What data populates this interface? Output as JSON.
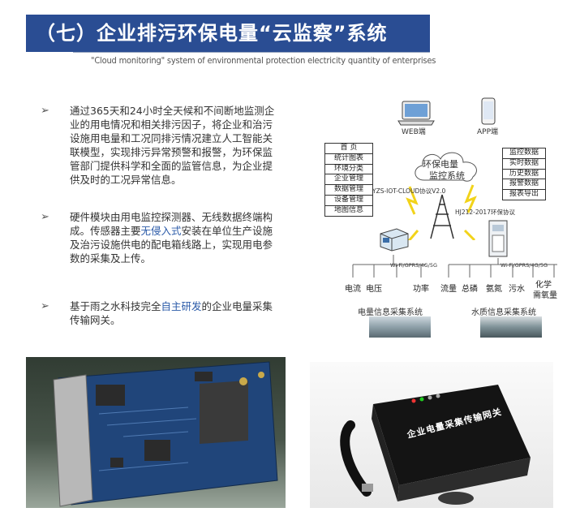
{
  "header": {
    "title": "（七）企业排污环保电量“云监察”系统",
    "subtitle": "\"Cloud monitoring\" system of environmental protection electricity quantity of enterprises"
  },
  "bullets": [
    {
      "text": "通过365天和24小时全天候和不间断地监测企业的用电情况和相关排污因子，将企业和治污设施用电量和工况同排污情况建立人工智能关联模型，实现排污异常预警和报警，为环保监管部门提供科学和全面的监管信息，为企业提供及时的工况异常信息。"
    },
    {
      "pre": "硬件模块由用电监控探测器、无线数据终端构成。传感器主要",
      "highlight": "无侵入式",
      "post": "安装在单位生产设施及治污设施供电的配电箱线路上，实现用电参数的采集及上传。"
    },
    {
      "pre": "基于雨之水科技完全",
      "highlight": "自主研发",
      "post": "的企业电量采集传输网关。"
    }
  ],
  "diagram": {
    "web_label": "WEB端",
    "app_label": "APP端",
    "cloud_label_line1": "环保电量",
    "cloud_label_line2": "监控系统",
    "left_menu": [
      "首 页",
      "统计图表",
      "环境分类",
      "企业管理",
      "数据管理",
      "设备管理",
      "地图信息"
    ],
    "right_menu": [
      "监控数据",
      "实时数据",
      "历史数据",
      "报警数据",
      "报表导出"
    ],
    "protocol_left": "YZS-IOT-CLOUD协议V2.0",
    "protocol_right": "HJ212-2017环保协议",
    "wifi_left": "Wi-Fi/GPRS/4G/5G",
    "wifi_right": "Wi-Fi/GPRS/4G/5G",
    "params": [
      "电流",
      "电压",
      "功率",
      "流量",
      "总磷",
      "氨氮",
      "污水",
      "化学",
      "需氧量"
    ],
    "system_left": "电量信息采集系统",
    "system_right": "水质信息采集系统"
  },
  "product_label": "企业电量采集传输网关",
  "colors": {
    "banner": "#2a4d93",
    "highlight": "#2a5aa8",
    "bolt": "#f2d31a"
  }
}
